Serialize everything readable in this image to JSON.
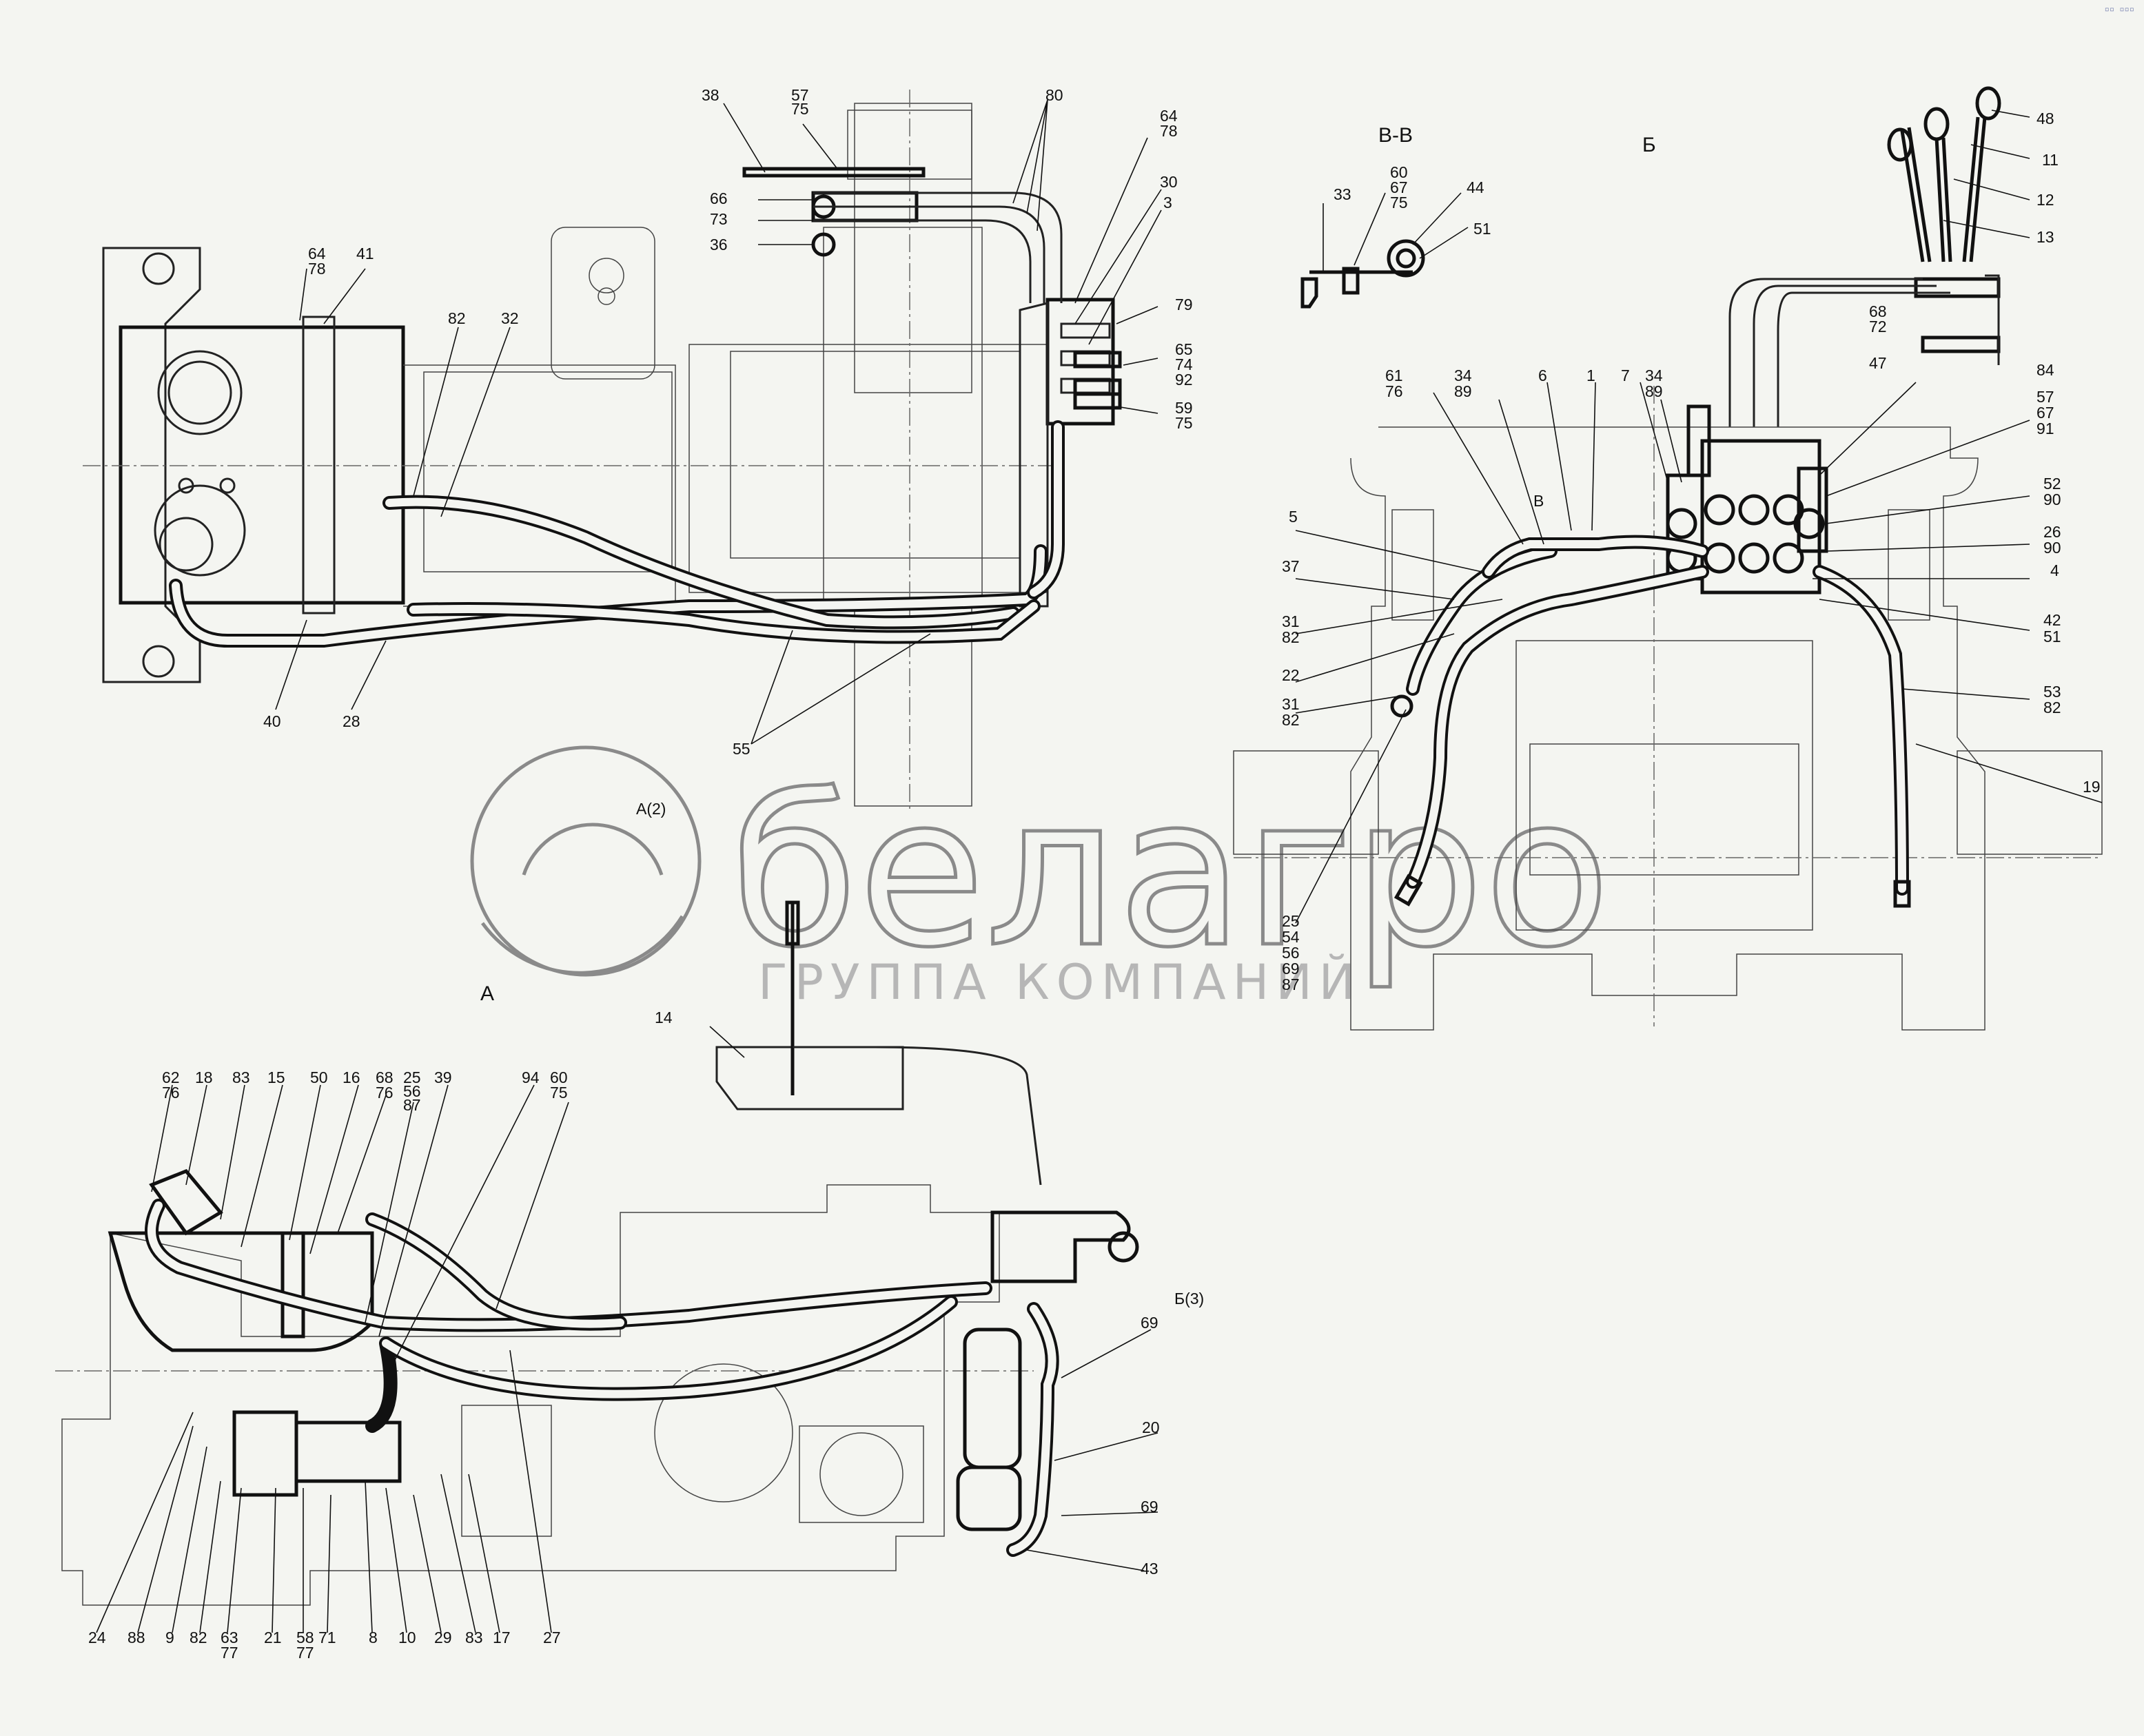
{
  "views": {
    "A": "А",
    "B": "Б",
    "BB": "В-В",
    "ref_a": "А(2)",
    "ref_b": "Б(3)",
    "ref_v": "В"
  },
  "watermark": {
    "brand": "белагро",
    "tagline": "ГРУППА КОМПАНИЙ"
  },
  "top_left_labels": [
    "38",
    "57",
    "75",
    "80",
    "64",
    "78",
    "30",
    "3",
    "66",
    "73",
    "36",
    "64",
    "78",
    "41",
    "82",
    "32",
    "79",
    "65",
    "74",
    "92",
    "59",
    "75",
    "40",
    "28",
    "55"
  ],
  "right_labels": [
    "33",
    "60",
    "67",
    "75",
    "44",
    "51",
    "48",
    "11",
    "12",
    "13",
    "68",
    "72",
    "47",
    "84",
    "57",
    "67",
    "91",
    "61",
    "76",
    "34",
    "89",
    "6",
    "1",
    "7",
    "34",
    "89",
    "5",
    "37",
    "52",
    "90",
    "26",
    "90",
    "4",
    "31",
    "82",
    "22",
    "42",
    "51",
    "31",
    "82",
    "53",
    "82",
    "19",
    "25",
    "54",
    "56",
    "69",
    "87"
  ],
  "bottom_labels": [
    "62",
    "76",
    "18",
    "83",
    "15",
    "50",
    "16",
    "68",
    "76",
    "25",
    "56",
    "87",
    "39",
    "94",
    "60",
    "75",
    "14",
    "69",
    "20",
    "69",
    "43",
    "24",
    "88",
    "9",
    "82",
    "63",
    "77",
    "21",
    "58",
    "77",
    "71",
    "8",
    "10",
    "29",
    "83",
    "17",
    "27"
  ],
  "colors": {
    "line": "#111111",
    "faint": "#444444",
    "paper": "#f4f5f1",
    "watermark": "#8a8a8a"
  },
  "icons": {
    "corner": "corner-glyphs"
  }
}
